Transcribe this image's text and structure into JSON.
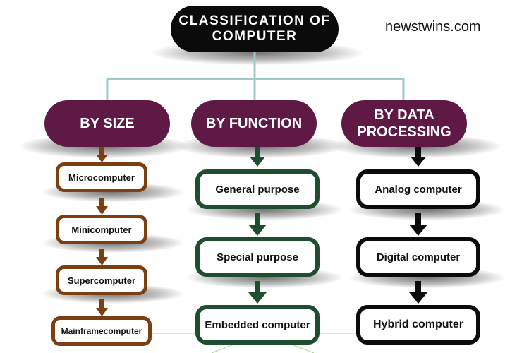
{
  "title": "CLASSIFICATION OF\nCOMPUTER",
  "site": "newstwins.com",
  "colors": {
    "root": "#0b0b0b",
    "category": "#5e1a45",
    "connector": "#9fc9c6",
    "size_branch": "#7c3f12",
    "function_branch": "#1f4d2f",
    "data_branch": "#0b0b0b"
  },
  "categories": [
    {
      "label": "BY SIZE",
      "items": [
        "Microcomputer",
        "Minicomputer",
        "Supercomputer",
        "Mainframecomputer"
      ]
    },
    {
      "label": "BY FUNCTION",
      "items": [
        "General purpose",
        "Special purpose",
        "Embedded computer"
      ]
    },
    {
      "label": "BY DATA\nPROCESSING",
      "items": [
        "Analog computer",
        "Digital computer",
        "Hybrid computer"
      ]
    }
  ]
}
